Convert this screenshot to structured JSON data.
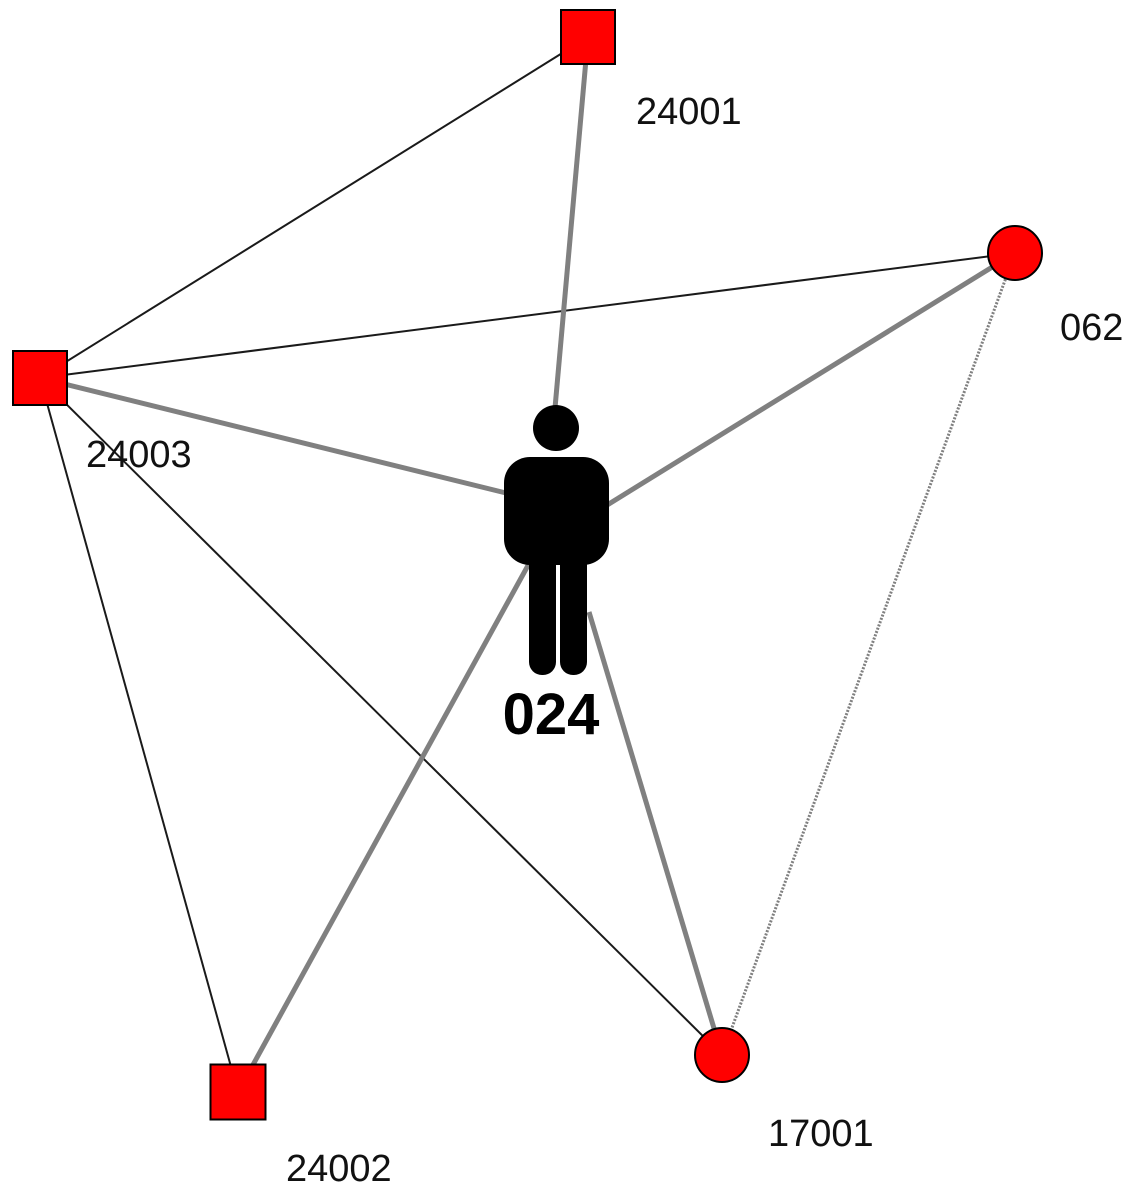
{
  "diagram": {
    "type": "ego-network",
    "colors": {
      "background": "#ffffff",
      "node_fill": "#ff0000",
      "node_stroke": "#000000",
      "ego_fill": "#000000",
      "edge_thin": "#1a1a1a",
      "edge_thick": "#808080"
    },
    "ego": {
      "id": "024",
      "label": "024",
      "icon": "person-icon"
    },
    "nodes": [
      {
        "id": "24001",
        "label": "24001",
        "shape": "square"
      },
      {
        "id": "062",
        "label": "062",
        "shape": "circle"
      },
      {
        "id": "24003",
        "label": "24003",
        "shape": "square"
      },
      {
        "id": "24002",
        "label": "24002",
        "shape": "square"
      },
      {
        "id": "17001",
        "label": "17001",
        "shape": "circle"
      }
    ],
    "edges": [
      {
        "source": "24003",
        "target": "24001",
        "style": "thin"
      },
      {
        "source": "24003",
        "target": "062",
        "style": "thin"
      },
      {
        "source": "24003",
        "target": "24002",
        "style": "thin"
      },
      {
        "source": "24003",
        "target": "17001",
        "style": "thin"
      },
      {
        "source": "062",
        "target": "17001",
        "style": "dotted"
      },
      {
        "source": "24001",
        "target": "024",
        "style": "thick"
      },
      {
        "source": "24003",
        "target": "024",
        "style": "thick"
      },
      {
        "source": "062",
        "target": "024",
        "style": "thick"
      },
      {
        "source": "24002",
        "target": "024",
        "style": "thick"
      },
      {
        "source": "17001",
        "target": "024",
        "style": "thick"
      }
    ]
  }
}
